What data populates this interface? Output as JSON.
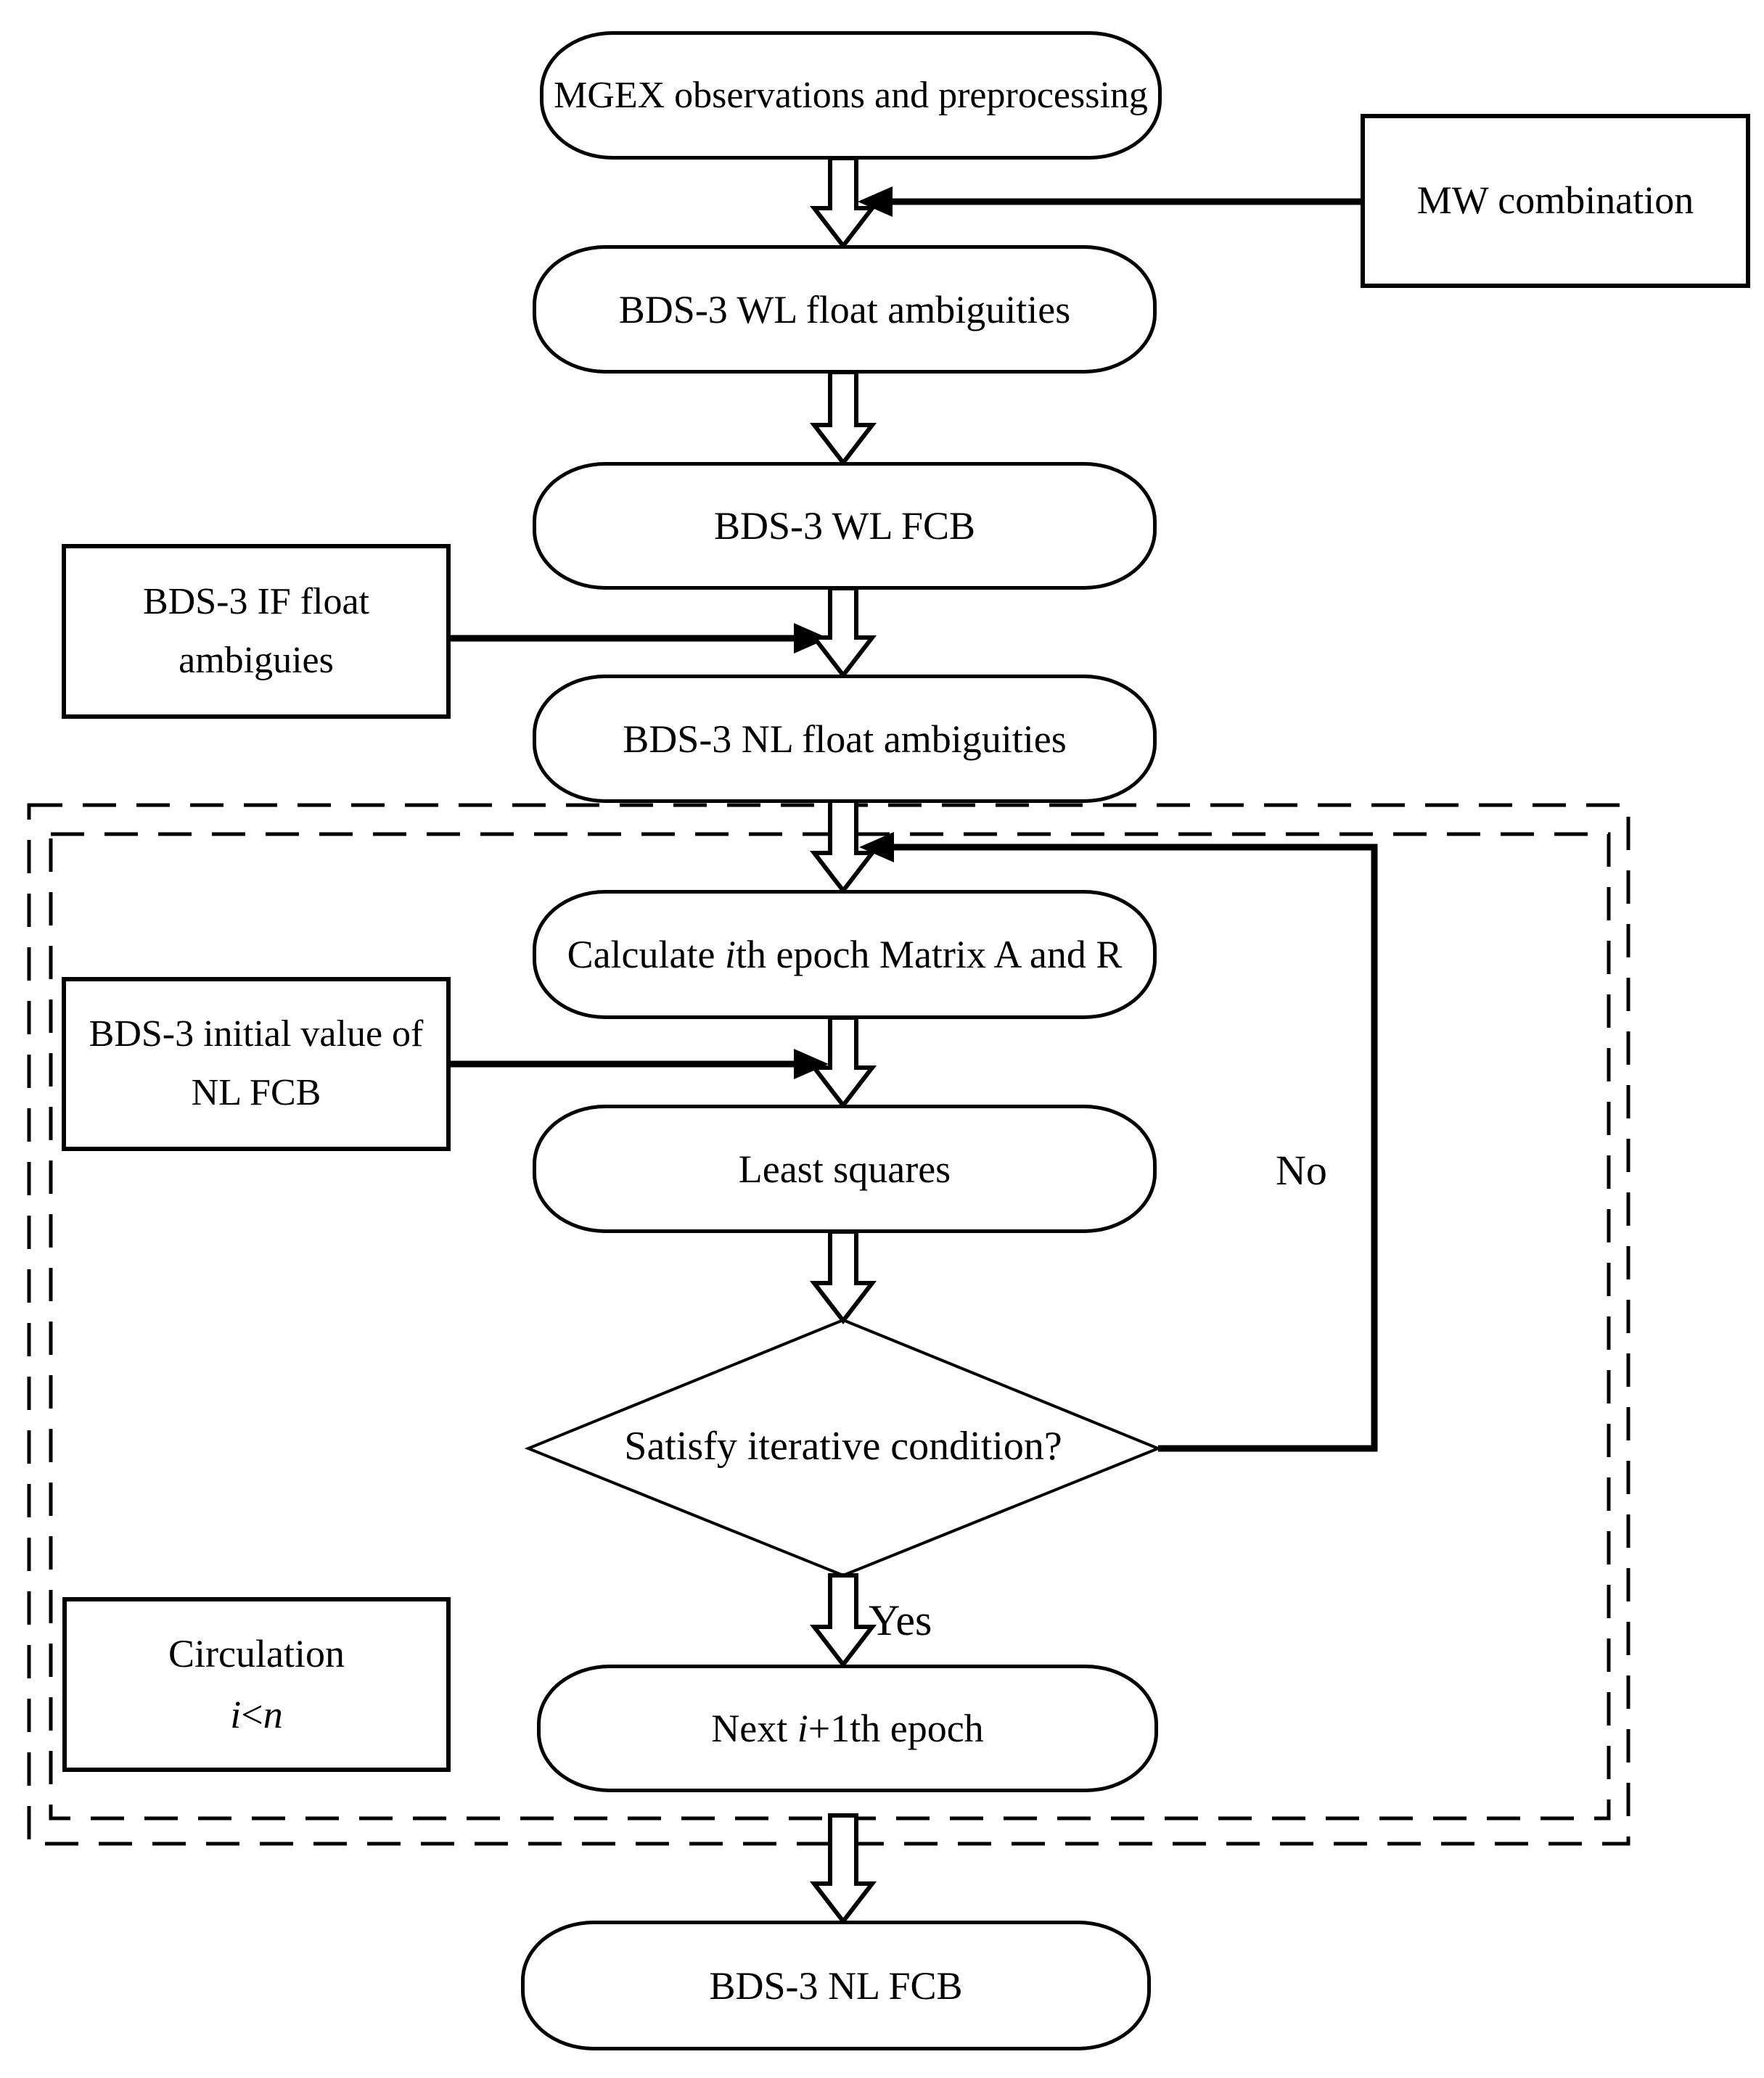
{
  "flowchart": {
    "title_hint": "BDS-3 FCB estimation flowchart",
    "nodes": {
      "mgex": {
        "label": "MGEX observations and preprocessing"
      },
      "mw_combination": {
        "label": "MW combination"
      },
      "wl_float": {
        "label": "BDS-3 WL float ambiguities"
      },
      "wl_fcb": {
        "label": "BDS-3 WL FCB"
      },
      "if_float": {
        "line1": "BDS-3 IF float",
        "line2": "ambiguies"
      },
      "nl_float": {
        "label": "BDS-3 NL float ambiguities"
      },
      "calculate": {
        "pre": "Calculate ",
        "var": "i",
        "post": "th epoch Matrix A and R"
      },
      "initial_value": {
        "line1": "BDS-3 initial value of",
        "line2": "NL FCB"
      },
      "least_squares": {
        "label": "Least squares"
      },
      "decision": {
        "label": "Satisfy iterative condition?"
      },
      "circulation": {
        "line1": "Circulation",
        "var_i": "i",
        "operator": "<",
        "var_n": "n"
      },
      "next_epoch": {
        "pre": "Next ",
        "var": "i",
        "post": "+1th epoch"
      },
      "nl_fcb": {
        "label": "BDS-3 NL FCB"
      }
    },
    "edge_labels": {
      "yes": "Yes",
      "no": "No"
    },
    "colors": {
      "stroke": "#000000",
      "background": "#ffffff"
    }
  }
}
